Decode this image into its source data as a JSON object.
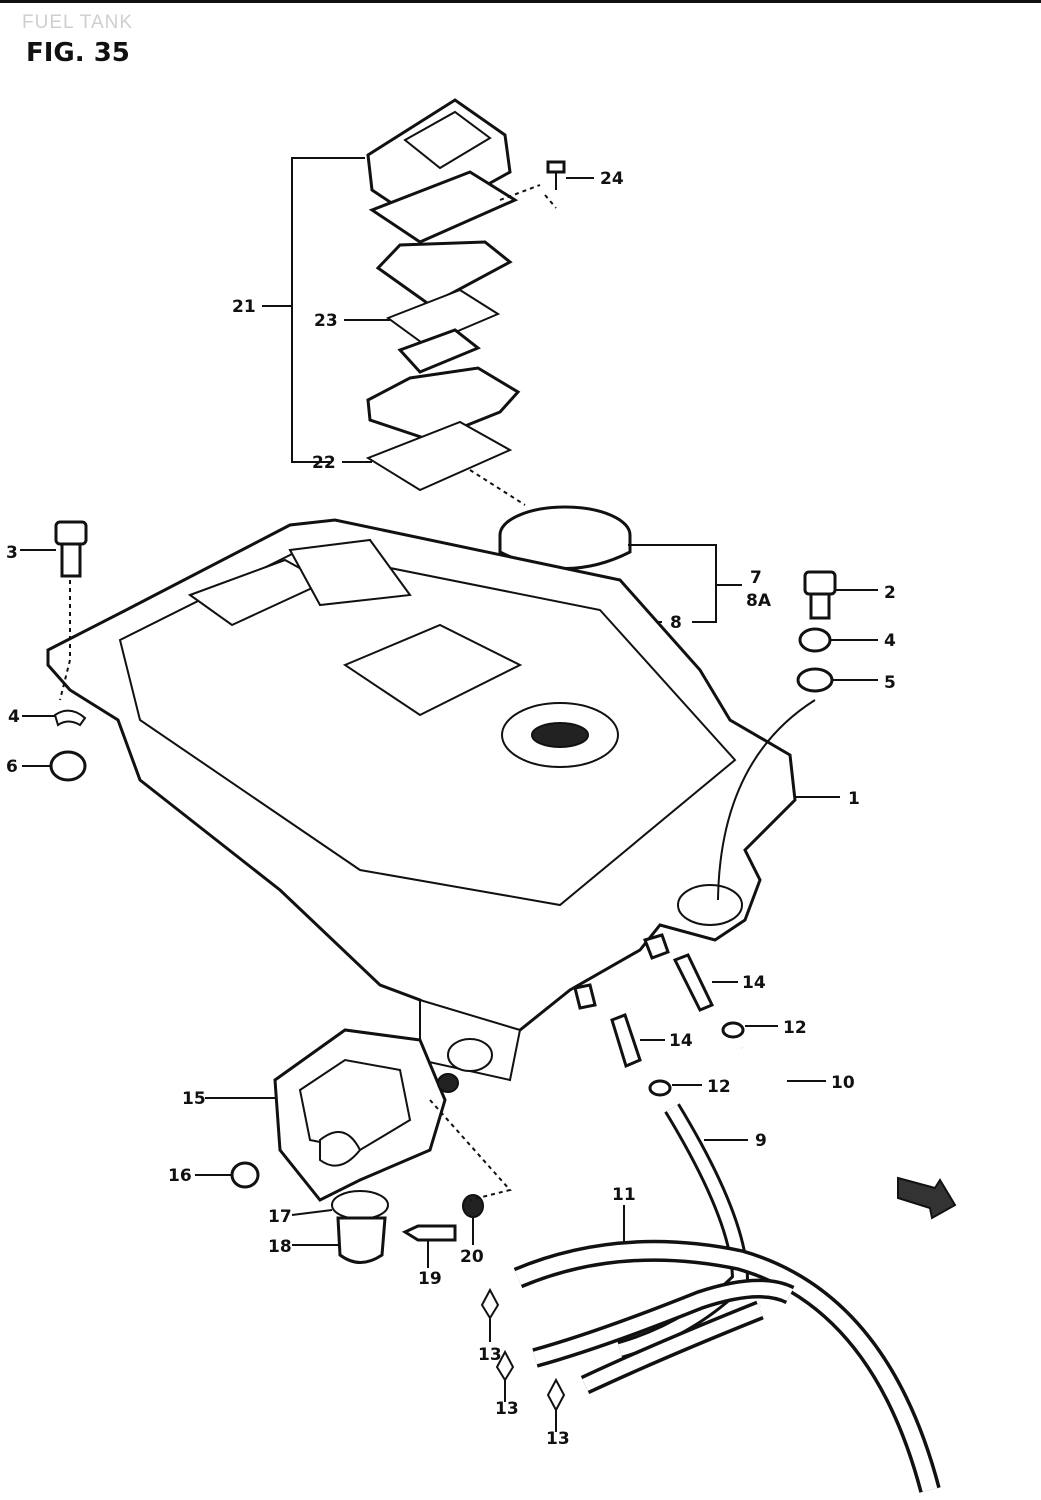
{
  "header": {
    "caption": "FUEL TANK",
    "figure": "FIG. 35"
  },
  "callouts": [
    "1",
    "2",
    "3",
    "4",
    "4",
    "5",
    "6",
    "7",
    "8A",
    "8",
    "9",
    "10",
    "11",
    "12",
    "12",
    "13",
    "13",
    "13",
    "14",
    "14",
    "15",
    "16",
    "17",
    "18",
    "19",
    "20",
    "21",
    "22",
    "23",
    "24"
  ]
}
